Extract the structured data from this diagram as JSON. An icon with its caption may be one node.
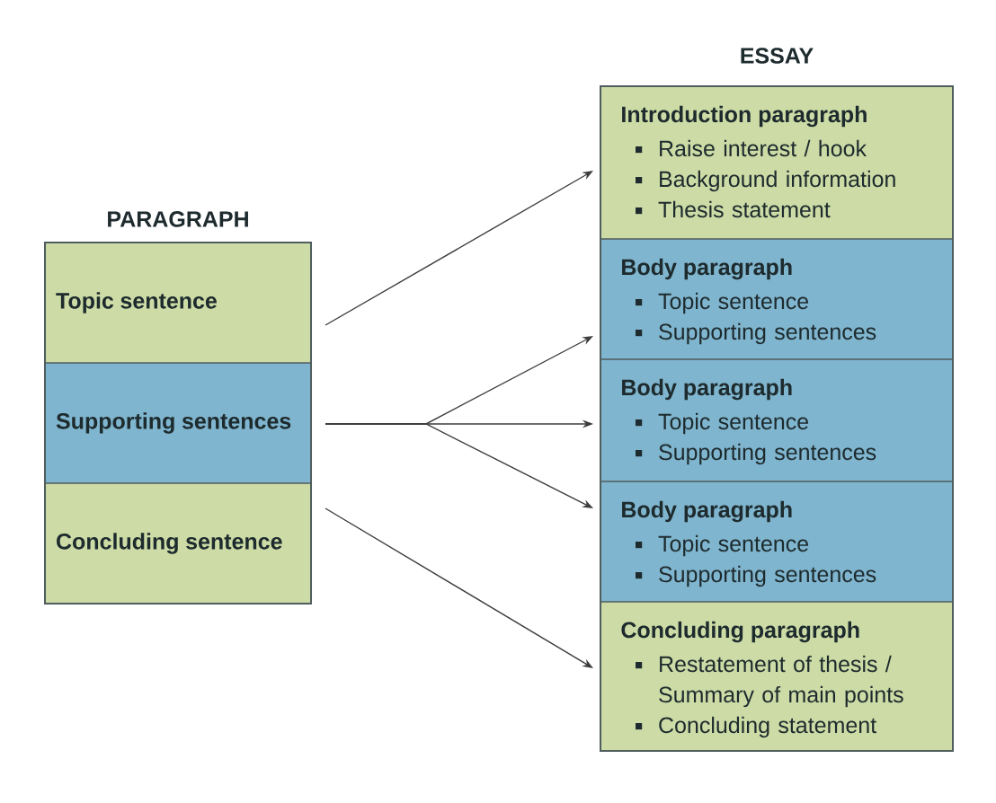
{
  "diagram": {
    "nodes": [
      {
        "text": [
          "PARAGRAPH"
        ]
      },
      {
        "text": [
          "Topic sentence"
        ],
        "in": 0
      },
      {
        "text": [
          "Supporting sentences"
        ],
        "in": 0
      },
      {
        "text": [
          "Concluding sentence"
        ],
        "in": 0
      },
      {
        "text": [
          "ESSAY"
        ]
      },
      {
        "text": [
          "Introduction paragraph",
          "Raise interest / hook",
          "Background information",
          "Thesis statement"
        ],
        "in": 4
      },
      {
        "text": [
          "Body paragraph",
          "Topic sentence",
          "Supporting sentences"
        ],
        "in": 4
      },
      {
        "text": [
          "Body paragraph",
          "Topic sentence",
          "Supporting sentences"
        ],
        "in": 4
      },
      {
        "text": [
          "Body paragraph",
          "Topic sentence",
          "Supporting sentences"
        ],
        "in": 4
      },
      {
        "text": [
          "Concluding paragraph",
          "Restatement of thesis / Summary of main points",
          "Concluding statement"
        ],
        "in": 4
      }
    ],
    "edges": [
      {
        "from": 1,
        "to": 5,
        "arrow": "to"
      },
      {
        "from": 2,
        "to": 6,
        "arrow": "to"
      },
      {
        "from": 2,
        "to": 7,
        "arrow": "to"
      },
      {
        "from": 2,
        "to": 8,
        "arrow": "to"
      },
      {
        "from": 3,
        "to": 9,
        "arrow": "to"
      }
    ]
  }
}
